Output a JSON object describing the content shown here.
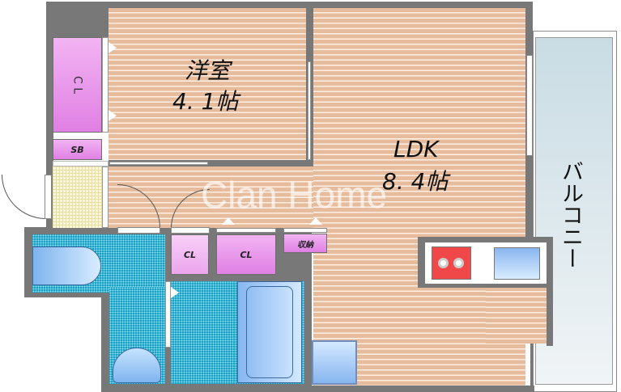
{
  "rooms": {
    "western": {
      "name": "洋室",
      "size": "4. 1帖"
    },
    "ldk": {
      "name": "LDK",
      "size": "8. 4帖"
    },
    "balcony": {
      "name": "バルコニー"
    },
    "closet_main": {
      "name": "C L"
    },
    "shoe_box": {
      "name": "SB"
    },
    "closet_small_1": {
      "name": "CL"
    },
    "closet_small_2": {
      "name": "CL"
    },
    "storage": {
      "name": "収納"
    }
  },
  "watermark": "Clan Home",
  "colors": {
    "wall": "#787878",
    "wood_floor": "#e6bc9c",
    "closet": "#e07fe4",
    "wet_area": "#1b9fc4",
    "stove": "#f04848",
    "balcony": "#d2e2e8"
  }
}
